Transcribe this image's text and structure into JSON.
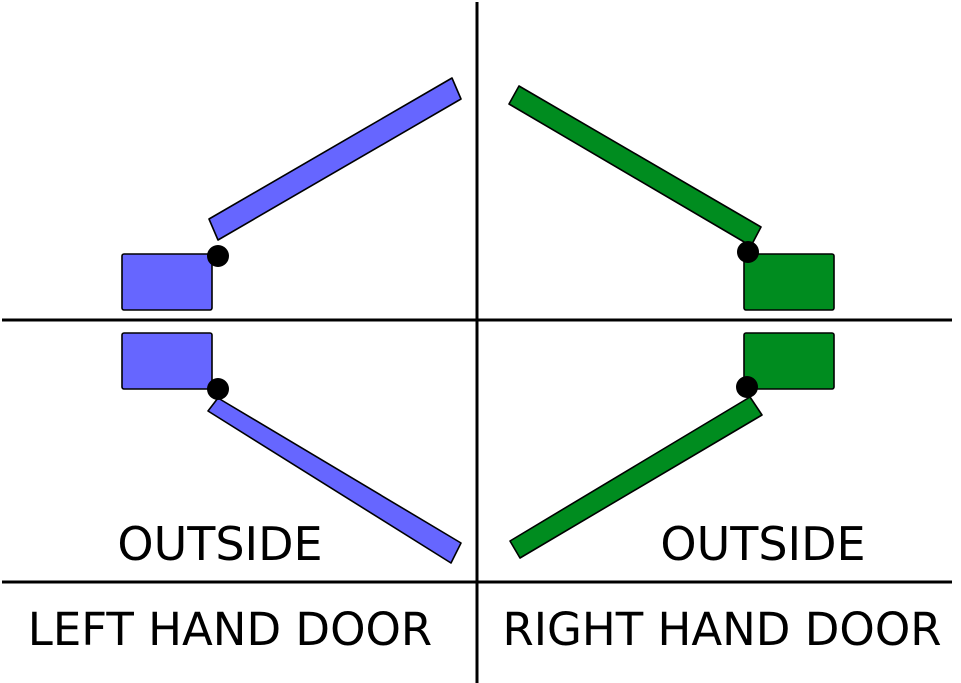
{
  "colors": {
    "left_door": "#6666ff",
    "right_door": "#008c1f",
    "line": "#000000",
    "hinge": "#000000"
  },
  "left": {
    "outside_label": "OUTSIDE",
    "caption": "LEFT HAND DOOR"
  },
  "right": {
    "outside_label": "OUTSIDE",
    "caption": "RIGHT HAND DOOR"
  }
}
